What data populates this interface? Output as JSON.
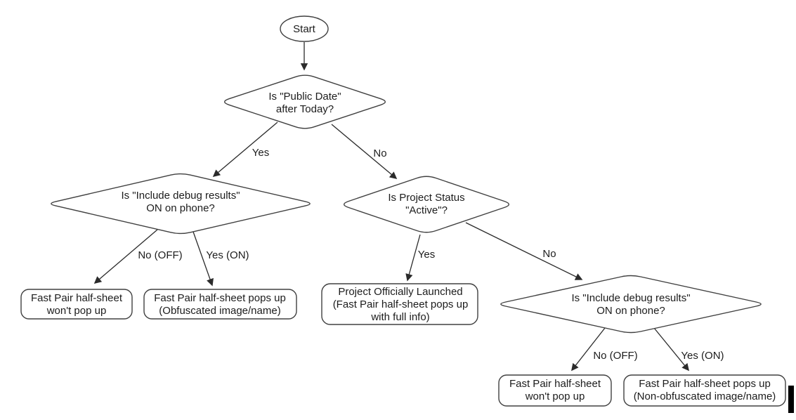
{
  "diagram": {
    "nodes": {
      "start": {
        "label": "Start"
      },
      "public_date": {
        "lines": [
          "Is \"Public Date\"",
          "after Today?"
        ]
      },
      "debug_left": {
        "lines": [
          "Is \"Include debug results\"",
          "ON on phone?"
        ]
      },
      "project_status": {
        "lines": [
          "Is Project Status",
          "\"Active\"?"
        ]
      },
      "debug_right": {
        "lines": [
          "Is \"Include debug results\"",
          "ON on phone?"
        ]
      },
      "no_popup_left": {
        "lines": [
          "Fast Pair half-sheet",
          "won't pop up"
        ]
      },
      "obfuscated": {
        "lines": [
          "Fast Pair half-sheet pops up",
          "(Obfuscated image/name)"
        ]
      },
      "launched": {
        "lines": [
          "Project Officially Launched",
          "(Fast Pair half-sheet pops up",
          "with full info)"
        ]
      },
      "no_popup_right": {
        "lines": [
          "Fast Pair half-sheet",
          "won't pop up"
        ]
      },
      "non_obfuscated": {
        "lines": [
          "Fast Pair half-sheet pops up",
          "(Non-obfuscated image/name)"
        ]
      }
    },
    "edge_labels": {
      "public_date_yes": "Yes",
      "public_date_no": "No",
      "debug_left_no": "No (OFF)",
      "debug_left_yes": "Yes (ON)",
      "project_status_yes": "Yes",
      "project_status_no": "No",
      "debug_right_no": "No (OFF)",
      "debug_right_yes": "Yes (ON)"
    },
    "colors": {
      "background": "#ffffff",
      "shape_stroke": "#404040",
      "edge_stroke": "#2b2b2b",
      "text": "#1c1c1c",
      "cursor": "#000000"
    }
  }
}
